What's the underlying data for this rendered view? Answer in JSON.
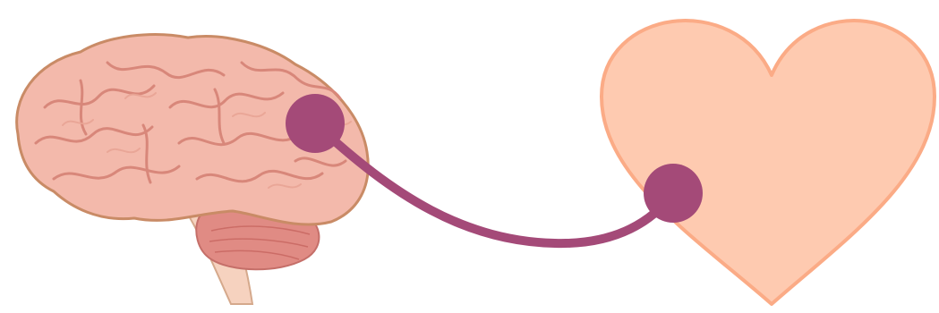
{
  "diagram": {
    "nodes": [
      {
        "id": "brain",
        "icon": "brain-icon"
      },
      {
        "id": "heart",
        "icon": "heart-icon"
      }
    ],
    "connection": {
      "from": "brain",
      "to": "heart",
      "icon": "connector-line"
    },
    "colors": {
      "connector": "#a44a78",
      "heart_fill": "#fecab0",
      "heart_stroke": "#fbab86",
      "brain_fill": "#f3b9ab",
      "brain_stroke": "#c98b66",
      "brain_fold": "#d8877a",
      "cerebellum_fill": "#e08b84",
      "brainstem_fill": "#f6d2bf"
    }
  }
}
